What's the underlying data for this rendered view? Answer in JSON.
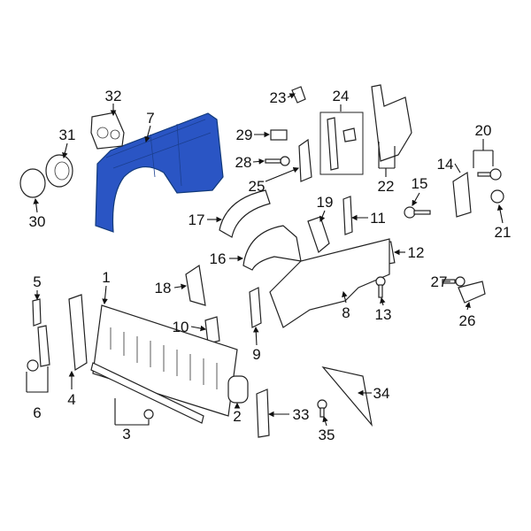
{
  "diagram": {
    "highlight_color": "#2a55c4",
    "highlighted_part": "7",
    "callouts": {
      "p1": "1",
      "p2": "2",
      "p3": "3",
      "p4": "4",
      "p5": "5",
      "p6": "6",
      "p7": "7",
      "p8": "8",
      "p9": "9",
      "p10": "10",
      "p11": "11",
      "p12": "12",
      "p13": "13",
      "p14": "14",
      "p15": "15",
      "p16": "16",
      "p17": "17",
      "p18": "18",
      "p19": "19",
      "p20": "20",
      "p21": "21",
      "p22": "22",
      "p23": "23",
      "p24": "24",
      "p25": "25",
      "p26": "26",
      "p27": "27",
      "p28": "28",
      "p29": "29",
      "p30": "30",
      "p31": "31",
      "p32": "32",
      "p33": "33",
      "p34": "34",
      "p35": "35"
    }
  }
}
